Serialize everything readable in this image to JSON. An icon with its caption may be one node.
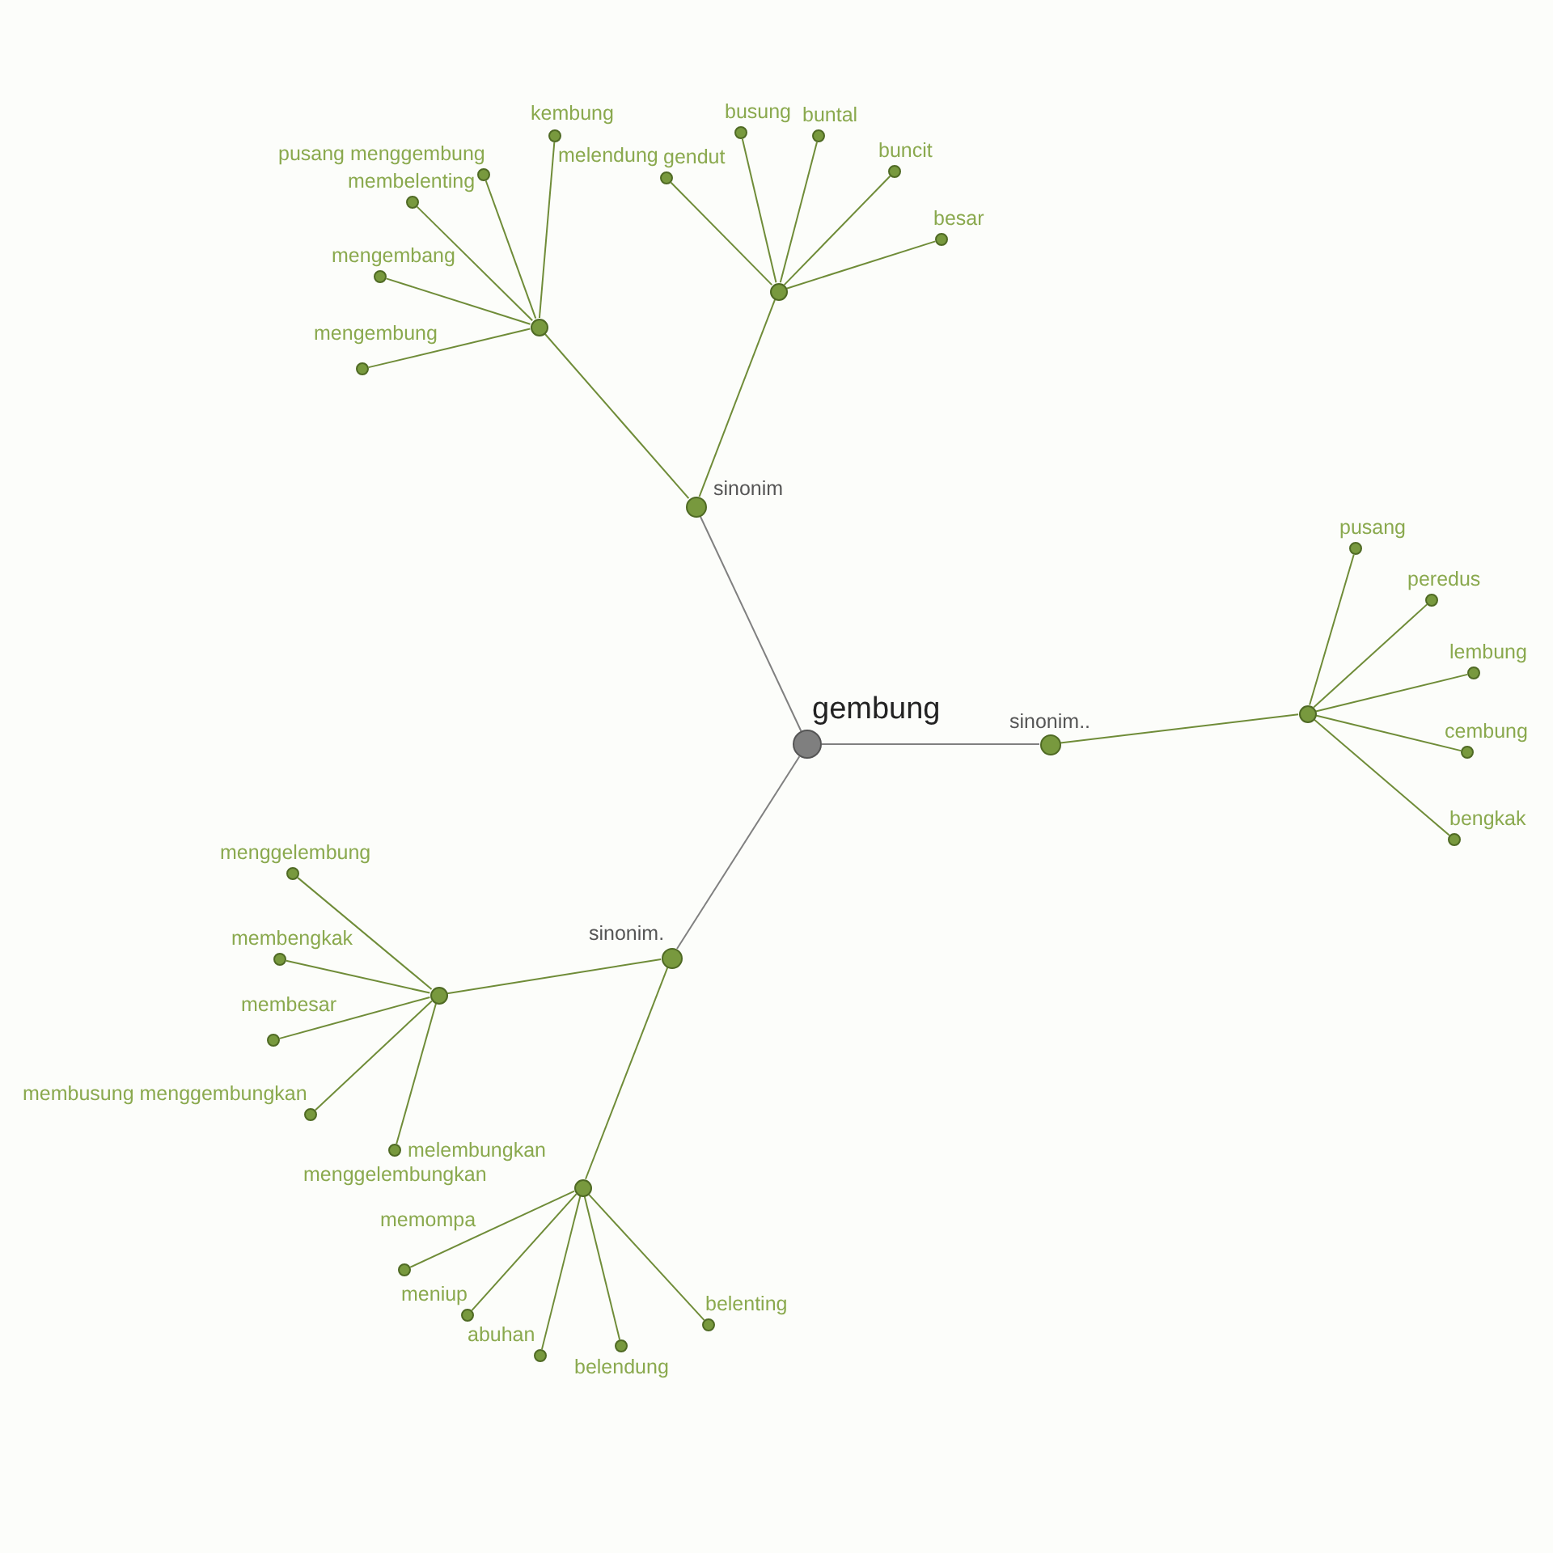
{
  "diagram": {
    "nodes": [
      {
        "text": [],
        "shape": "circle",
        "beside": [
          "gembung"
        ]
      },
      {
        "text": [],
        "shape": "circle",
        "beside": [
          "sinonim"
        ]
      },
      {
        "text": [],
        "shape": "circle",
        "beside": [
          "sinonim.."
        ]
      },
      {
        "text": [],
        "shape": "circle",
        "beside": [
          "sinonim."
        ]
      },
      {
        "text": [],
        "shape": "circle"
      },
      {
        "text": [],
        "shape": "circle"
      },
      {
        "text": [],
        "shape": "circle"
      },
      {
        "text": [],
        "shape": "circle"
      },
      {
        "text": [],
        "shape": "circle"
      },
      {
        "text": [],
        "shape": "circle",
        "beside": [
          "kembung",
          "melendung"
        ]
      },
      {
        "text": [],
        "shape": "circle",
        "beside": [
          "pusang menggembung"
        ]
      },
      {
        "text": [],
        "shape": "circle",
        "beside": [
          "membelenting"
        ]
      },
      {
        "text": [],
        "shape": "circle",
        "beside": [
          "mengembang"
        ]
      },
      {
        "text": [],
        "shape": "circle",
        "beside": [
          "mengembung"
        ]
      },
      {
        "text": [],
        "shape": "circle",
        "beside": [
          "gendut"
        ]
      },
      {
        "text": [],
        "shape": "circle",
        "beside": [
          "busung"
        ]
      },
      {
        "text": [],
        "shape": "circle",
        "beside": [
          "buntal"
        ]
      },
      {
        "text": [],
        "shape": "circle",
        "beside": [
          "buncit"
        ]
      },
      {
        "text": [],
        "shape": "circle",
        "beside": [
          "besar"
        ]
      },
      {
        "text": [],
        "shape": "circle",
        "beside": [
          "pusang"
        ]
      },
      {
        "text": [],
        "shape": "circle",
        "beside": [
          "peredus"
        ]
      },
      {
        "text": [],
        "shape": "circle",
        "beside": [
          "lembung"
        ]
      },
      {
        "text": [],
        "shape": "circle",
        "beside": [
          "cembung"
        ]
      },
      {
        "text": [],
        "shape": "circle",
        "beside": [
          "bengkak"
        ]
      },
      {
        "text": [],
        "shape": "circle",
        "beside": [
          "menggelembung"
        ]
      },
      {
        "text": [],
        "shape": "circle",
        "beside": [
          "membengkak"
        ]
      },
      {
        "text": [],
        "shape": "circle",
        "beside": [
          "membesar"
        ]
      },
      {
        "text": [],
        "shape": "circle",
        "beside": [
          "membusung menggembungkan"
        ]
      },
      {
        "text": [],
        "shape": "circle",
        "beside": [
          "melembungkan",
          "menggelembungkan"
        ]
      },
      {
        "text": [],
        "shape": "circle",
        "beside": [
          "memompa"
        ]
      },
      {
        "text": [],
        "shape": "circle",
        "beside": [
          "meniup"
        ]
      },
      {
        "text": [],
        "shape": "circle",
        "beside": [
          "abuhan"
        ]
      },
      {
        "text": [],
        "shape": "circle",
        "beside": [
          "belendung"
        ]
      },
      {
        "text": [],
        "shape": "circle",
        "beside": [
          "belenting"
        ]
      }
    ],
    "edges": [
      {
        "from": 0,
        "to": 1,
        "arrow": "none",
        "color": "#808080"
      },
      {
        "from": 0,
        "to": 2,
        "arrow": "none",
        "color": "#808080"
      },
      {
        "from": 0,
        "to": 3,
        "arrow": "none",
        "color": "#808080"
      },
      {
        "from": 1,
        "to": 4,
        "arrow": "none"
      },
      {
        "from": 1,
        "to": 5,
        "arrow": "none"
      },
      {
        "from": 2,
        "to": 6,
        "arrow": "none"
      },
      {
        "from": 3,
        "to": 7,
        "arrow": "none"
      },
      {
        "from": 3,
        "to": 8,
        "arrow": "none"
      },
      {
        "from": 4,
        "to": 9,
        "arrow": "none"
      },
      {
        "from": 4,
        "to": 10,
        "arrow": "none"
      },
      {
        "from": 4,
        "to": 11,
        "arrow": "none"
      },
      {
        "from": 4,
        "to": 12,
        "arrow": "none"
      },
      {
        "from": 4,
        "to": 13,
        "arrow": "none"
      },
      {
        "from": 5,
        "to": 14,
        "arrow": "none"
      },
      {
        "from": 5,
        "to": 15,
        "arrow": "none"
      },
      {
        "from": 5,
        "to": 16,
        "arrow": "none"
      },
      {
        "from": 5,
        "to": 17,
        "arrow": "none"
      },
      {
        "from": 5,
        "to": 18,
        "arrow": "none"
      },
      {
        "from": 6,
        "to": 19,
        "arrow": "none"
      },
      {
        "from": 6,
        "to": 20,
        "arrow": "none"
      },
      {
        "from": 6,
        "to": 21,
        "arrow": "none"
      },
      {
        "from": 6,
        "to": 22,
        "arrow": "none"
      },
      {
        "from": 6,
        "to": 23,
        "arrow": "none"
      },
      {
        "from": 7,
        "to": 24,
        "arrow": "none"
      },
      {
        "from": 7,
        "to": 25,
        "arrow": "none"
      },
      {
        "from": 7,
        "to": 26,
        "arrow": "none"
      },
      {
        "from": 7,
        "to": 27,
        "arrow": "none"
      },
      {
        "from": 7,
        "to": 28,
        "arrow": "none"
      },
      {
        "from": 8,
        "to": 29,
        "arrow": "none"
      },
      {
        "from": 8,
        "to": 30,
        "arrow": "none"
      },
      {
        "from": 8,
        "to": 31,
        "arrow": "none"
      },
      {
        "from": 8,
        "to": 32,
        "arrow": "none"
      },
      {
        "from": 8,
        "to": 33,
        "arrow": "none"
      }
    ]
  }
}
